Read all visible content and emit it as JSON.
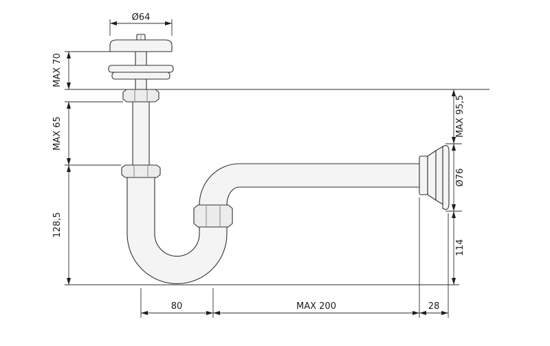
{
  "drawing": {
    "labels": {
      "dia_top": "Ø64",
      "max_70": "MAX 70",
      "max_65": "MAX 65",
      "height_128_5": "128,5",
      "max_95_5": "MAX 95,5",
      "dia_flange": "Ø76",
      "dim_114": "114",
      "dim_80": "80",
      "max_200": "MAX 200",
      "dim_28": "28"
    },
    "colors": {
      "line": "#2b2b2b",
      "metal_fill": "#f4f4f4",
      "nut_fill": "#ececec",
      "background": "#ffffff"
    }
  }
}
